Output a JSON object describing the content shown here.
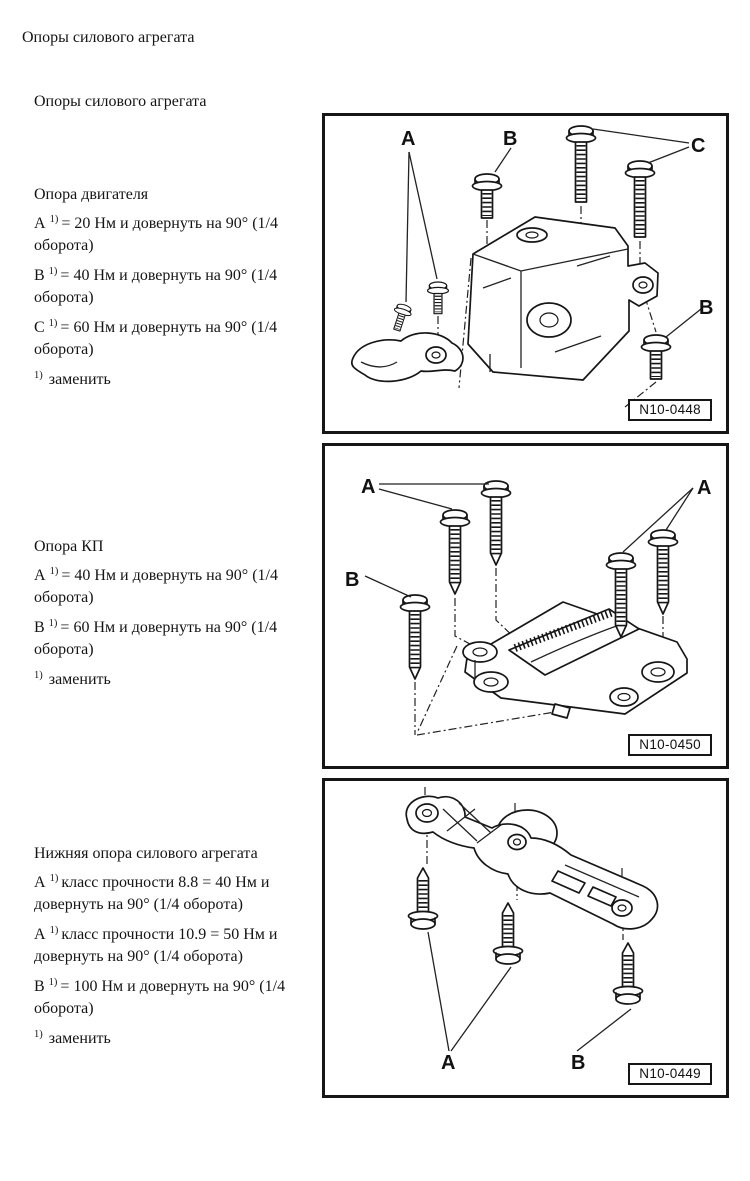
{
  "page": {
    "title": "Опоры силового агрегата",
    "subtitle": "Опоры силового агрегата"
  },
  "sections": [
    {
      "heading": "Опора двигателя",
      "specs": [
        {
          "letter": "A",
          "sup": "1)",
          "text": "= 20 Нм и довернуть на 90° (1/4 оборота)"
        },
        {
          "letter": "B",
          "sup": "1)",
          "text": "= 40 Нм и довернуть на 90° (1/4 оборота)"
        },
        {
          "letter": "C",
          "sup": "1)",
          "text": "= 60 Нм и довернуть на 90° (1/4 оборота)"
        }
      ],
      "footnote": {
        "sup": "1)",
        "text": "заменить"
      },
      "figure": {
        "ref": "N10-0448",
        "letters": [
          "A",
          "B",
          "C",
          "B"
        ]
      }
    },
    {
      "heading": "Опора КП",
      "specs": [
        {
          "letter": "A",
          "sup": "1)",
          "text": "= 40 Нм и довернуть на 90° (1/4 оборота)"
        },
        {
          "letter": "B",
          "sup": "1)",
          "text": "= 60 Нм и довернуть на 90° (1/4 оборота)"
        }
      ],
      "footnote": {
        "sup": "1)",
        "text": "заменить"
      },
      "figure": {
        "ref": "N10-0450",
        "letters": [
          "A",
          "A",
          "B"
        ]
      }
    },
    {
      "heading": "Нижняя опора силового агрегата",
      "specs": [
        {
          "letter": "A",
          "sup": "1)",
          "text": "класс прочности 8.8 = 40 Нм и довернуть на 90° (1/4 оборота)"
        },
        {
          "letter": "A",
          "sup": "1)",
          "text": "класс прочности 10.9 = 50 Нм и довернуть на 90° (1/4 оборота)"
        },
        {
          "letter": "B",
          "sup": "1)",
          "text": "= 100 Нм и довернуть на 90° (1/4 оборота)"
        }
      ],
      "footnote": {
        "sup": "1)",
        "text": "заменить"
      },
      "figure": {
        "ref": "N10-0449",
        "letters": [
          "A",
          "B"
        ]
      }
    }
  ]
}
